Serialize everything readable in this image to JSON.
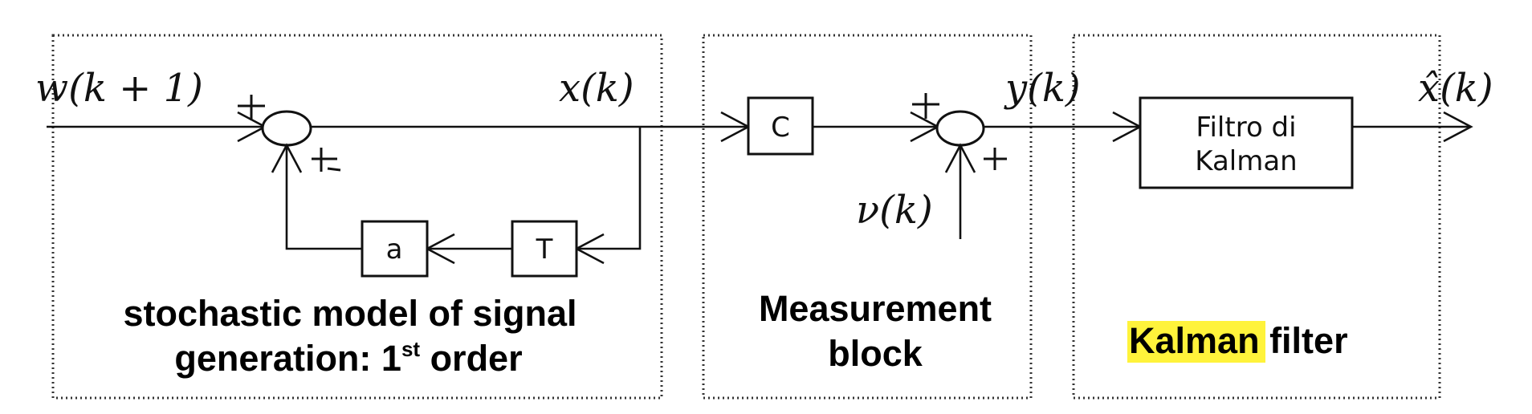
{
  "signals": {
    "input": "w(k + 1)",
    "state": "x(k)",
    "output": "y(k)",
    "noise": "ν(k)",
    "estimate": "x̂(k)"
  },
  "signs": {
    "sum1_input": "+",
    "sum1_feedback": "+",
    "sum2_input": "+",
    "sum2_noise": "+"
  },
  "blocks": {
    "a": "a",
    "T": "T",
    "C": "C",
    "kalman_line1": "Filtro di",
    "kalman_line2": "Kalman"
  },
  "sections": {
    "model_line1": "stochastic model of signal",
    "model_line2_pre": "generation: 1",
    "model_line2_sup": "st",
    "model_line2_post": " order",
    "measurement_line1": "Measurement",
    "measurement_line2": "block",
    "kalman_highlight": "Kalman",
    "kalman_rest": " filter"
  },
  "colors": {
    "highlight": "#fff33b",
    "ink": "#111111"
  }
}
